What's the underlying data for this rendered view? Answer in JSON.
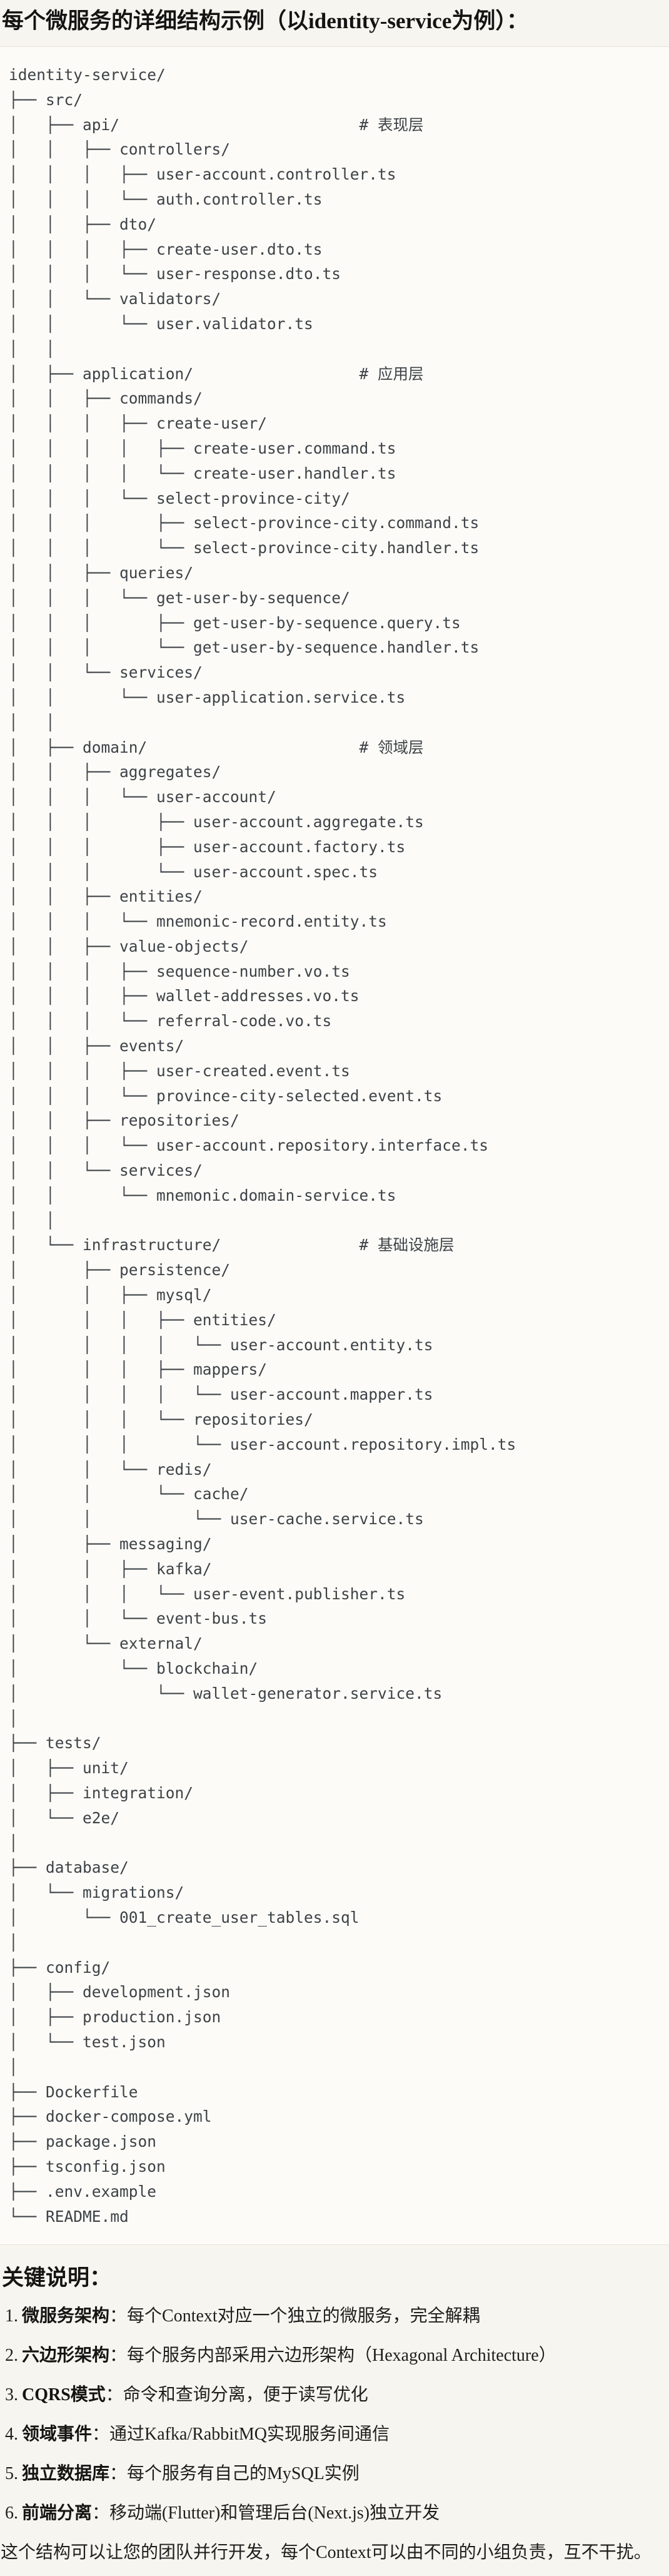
{
  "page": {
    "title": "每个微服务的详细结构示例（以identity-service为例）：",
    "background_color": "#F7F5EF"
  },
  "code_block": {
    "background_color": "#FCFBF7",
    "border_color": "#E6E4DB",
    "text_color": "#3D4247",
    "layer_comments": [
      "# 表现层",
      "# 应用层",
      "# 领域层",
      "# 基础设施层"
    ],
    "tree_lines": [
      "identity-service/",
      "├── src/",
      "│   ├── api/                          # 表现层",
      "│   │   ├── controllers/",
      "│   │   │   ├── user-account.controller.ts",
      "│   │   │   └── auth.controller.ts",
      "│   │   ├── dto/",
      "│   │   │   ├── create-user.dto.ts",
      "│   │   │   └── user-response.dto.ts",
      "│   │   └── validators/",
      "│   │       └── user.validator.ts",
      "│   │",
      "│   ├── application/                  # 应用层",
      "│   │   ├── commands/",
      "│   │   │   ├── create-user/",
      "│   │   │   │   ├── create-user.command.ts",
      "│   │   │   │   └── create-user.handler.ts",
      "│   │   │   └── select-province-city/",
      "│   │   │       ├── select-province-city.command.ts",
      "│   │   │       └── select-province-city.handler.ts",
      "│   │   ├── queries/",
      "│   │   │   └── get-user-by-sequence/",
      "│   │   │       ├── get-user-by-sequence.query.ts",
      "│   │   │       └── get-user-by-sequence.handler.ts",
      "│   │   └── services/",
      "│   │       └── user-application.service.ts",
      "│   │",
      "│   ├── domain/                       # 领域层",
      "│   │   ├── aggregates/",
      "│   │   │   └── user-account/",
      "│   │   │       ├── user-account.aggregate.ts",
      "│   │   │       ├── user-account.factory.ts",
      "│   │   │       └── user-account.spec.ts",
      "│   │   ├── entities/",
      "│   │   │   └── mnemonic-record.entity.ts",
      "│   │   ├── value-objects/",
      "│   │   │   ├── sequence-number.vo.ts",
      "│   │   │   ├── wallet-addresses.vo.ts",
      "│   │   │   └── referral-code.vo.ts",
      "│   │   ├── events/",
      "│   │   │   ├── user-created.event.ts",
      "│   │   │   └── province-city-selected.event.ts",
      "│   │   ├── repositories/",
      "│   │   │   └── user-account.repository.interface.ts",
      "│   │   └── services/",
      "│   │       └── mnemonic.domain-service.ts",
      "│   │",
      "│   └── infrastructure/               # 基础设施层",
      "│       ├── persistence/",
      "│       │   ├── mysql/",
      "│       │   │   ├── entities/",
      "│       │   │   │   └── user-account.entity.ts",
      "│       │   │   ├── mappers/",
      "│       │   │   │   └── user-account.mapper.ts",
      "│       │   │   └── repositories/",
      "│       │   │       └── user-account.repository.impl.ts",
      "│       │   └── redis/",
      "│       │       └── cache/",
      "│       │           └── user-cache.service.ts",
      "│       ├── messaging/",
      "│       │   ├── kafka/",
      "│       │   │   └── user-event.publisher.ts",
      "│       │   └── event-bus.ts",
      "│       └── external/",
      "│           └── blockchain/",
      "│               └── wallet-generator.service.ts",
      "│",
      "├── tests/",
      "│   ├── unit/",
      "│   ├── integration/",
      "│   └── e2e/",
      "│",
      "├── database/",
      "│   └── migrations/",
      "│       └── 001_create_user_tables.sql",
      "│",
      "├── config/",
      "│   ├── development.json",
      "│   ├── production.json",
      "│   └── test.json",
      "│",
      "├── Dockerfile",
      "├── docker-compose.yml",
      "├── package.json",
      "├── tsconfig.json",
      "├── .env.example",
      "└── README.md"
    ]
  },
  "notes": {
    "heading": "关键说明：",
    "items": [
      {
        "num": "1.",
        "term": "微服务架构",
        "desc": "：每个Context对应一个独立的微服务，完全解耦"
      },
      {
        "num": "2.",
        "term": "六边形架构",
        "desc": "：每个服务内部采用六边形架构（Hexagonal Architecture）"
      },
      {
        "num": "3.",
        "term": "CQRS模式",
        "desc": "：命令和查询分离，便于读写优化"
      },
      {
        "num": "4.",
        "term": "领域事件",
        "desc": "：通过Kafka/RabbitMQ实现服务间通信"
      },
      {
        "num": "5.",
        "term": "独立数据库",
        "desc": "：每个服务有自己的MySQL实例"
      },
      {
        "num": "6.",
        "term": "前端分离",
        "desc": "：移动端(Flutter)和管理后台(Next.js)独立开发"
      }
    ],
    "closing": "这个结构可以让您的团队并行开发，每个Context可以由不同的小组负责，互不干扰。"
  }
}
